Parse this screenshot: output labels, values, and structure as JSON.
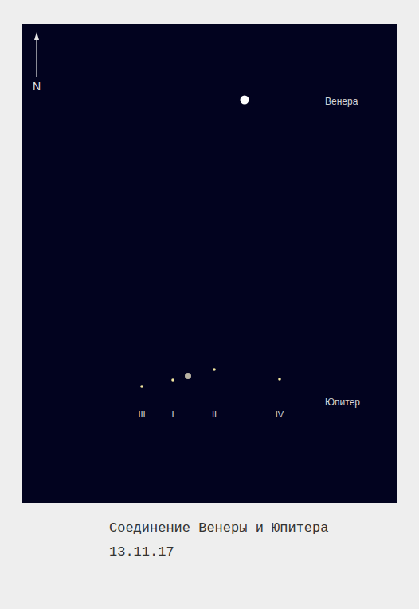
{
  "diagram": {
    "caption": "Соединение Венеры и Юпитера 13.11.17",
    "labels": [
      "N",
      "Венера",
      "Юпитер",
      "III",
      "I",
      "II",
      "IV"
    ]
  }
}
